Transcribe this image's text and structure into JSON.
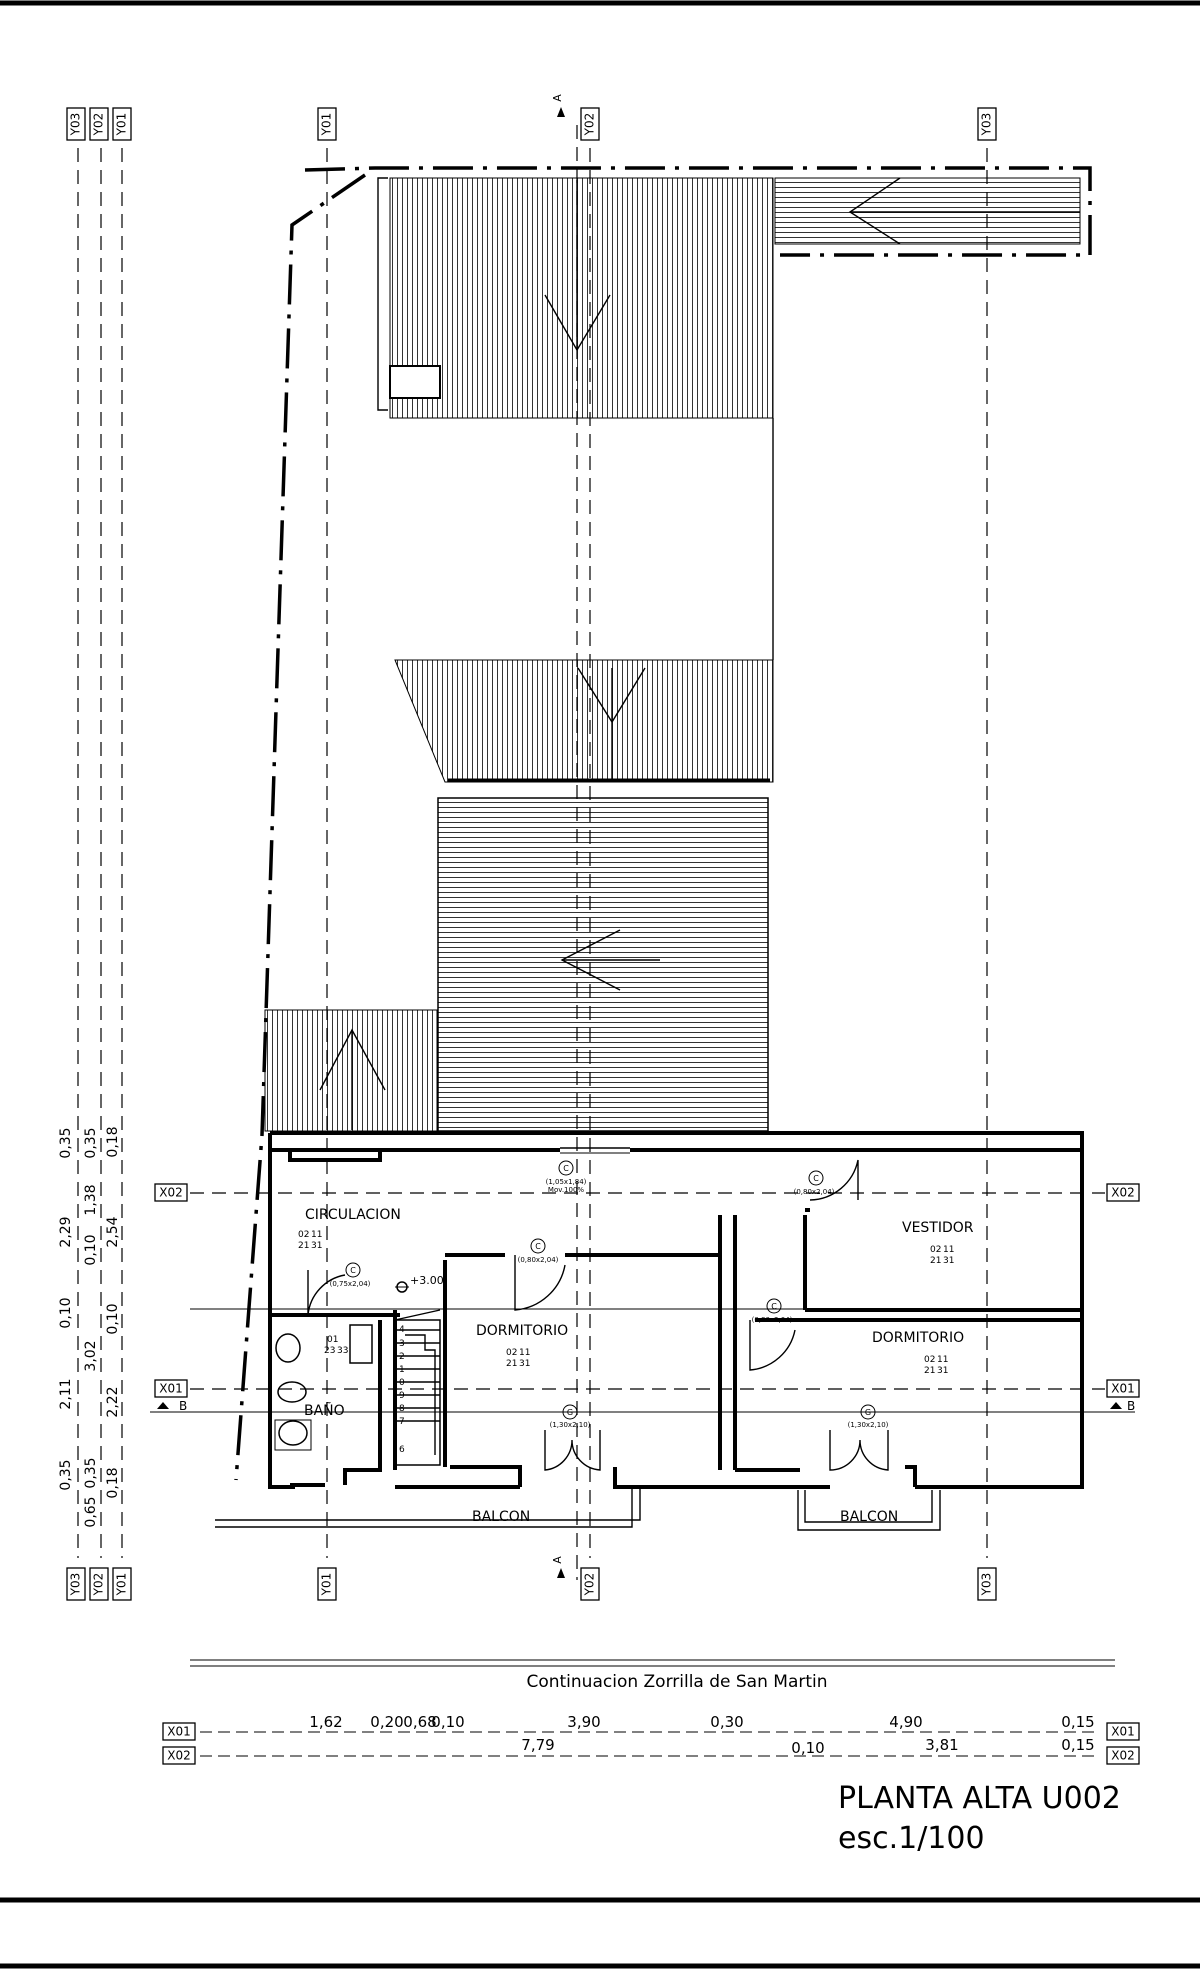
{
  "grid": {
    "y_axes": [
      "Y03",
      "Y02",
      "Y01",
      "Y01",
      "Y02",
      "Y03"
    ],
    "x_axes": [
      "X02",
      "X01"
    ],
    "section_marks": [
      "A",
      "B"
    ]
  },
  "left_dimensions": {
    "outer": [
      "0,35",
      "2,29",
      "0,10",
      "2,11",
      "0,35",
      "0,65"
    ],
    "middle": [
      "0,35",
      "1,38",
      "0,10",
      "3,02",
      "0,35"
    ],
    "inner": [
      "0,18",
      "2,54",
      "0,10",
      "2,22",
      "0,18"
    ]
  },
  "rooms": [
    {
      "name": "CIRCULACION",
      "code": "02",
      "num": "11",
      "sub": "21",
      "sub2": "31"
    },
    {
      "name": "DORMITORIO",
      "code": "02",
      "num": "11",
      "sub": "21",
      "sub2": "31"
    },
    {
      "name": "VESTIDOR",
      "code": "02",
      "num": "11",
      "sub": "21",
      "sub2": "31"
    },
    {
      "name": "DORMITORIO",
      "code": "02",
      "num": "11",
      "sub": "21",
      "sub2": "31"
    },
    {
      "name": "BAÑO",
      "code": "01",
      "num": "",
      "sub": "23",
      "sub2": "33"
    },
    {
      "name": "BALCON"
    },
    {
      "name": "BALCON"
    }
  ],
  "openings": [
    {
      "tag": "C",
      "size": "(1,05x1,84)",
      "note": "Mov.100%"
    },
    {
      "tag": "C",
      "size": "(0,80x2,04)"
    },
    {
      "tag": "C",
      "size": "(0,75x2,04)"
    },
    {
      "tag": "C",
      "size": "(0,80x2,04)"
    },
    {
      "tag": "C",
      "size": "(0,80x2,04)"
    },
    {
      "tag": "G",
      "size": "(1,30x2,10)"
    },
    {
      "tag": "G",
      "size": "(1,30x2,10)"
    }
  ],
  "level_mark": "+3.00",
  "stair_numbers": [
    "4",
    "3",
    "2",
    "1",
    "0",
    "9",
    "8",
    "7",
    "6"
  ],
  "street_name": "Continuacion Zorrilla de San Martin",
  "bottom_dimensions": {
    "x01_label": "X01",
    "x02_label": "X02",
    "row1": [
      "1,62",
      "0,20",
      "0,68",
      "0,10",
      "3,90",
      "0,30",
      "4,90",
      "0,15"
    ],
    "row2": [
      "7,79",
      "0,10",
      "3,81",
      "0,15"
    ]
  },
  "title": "PLANTA ALTA U002",
  "scale": "esc.1/100"
}
